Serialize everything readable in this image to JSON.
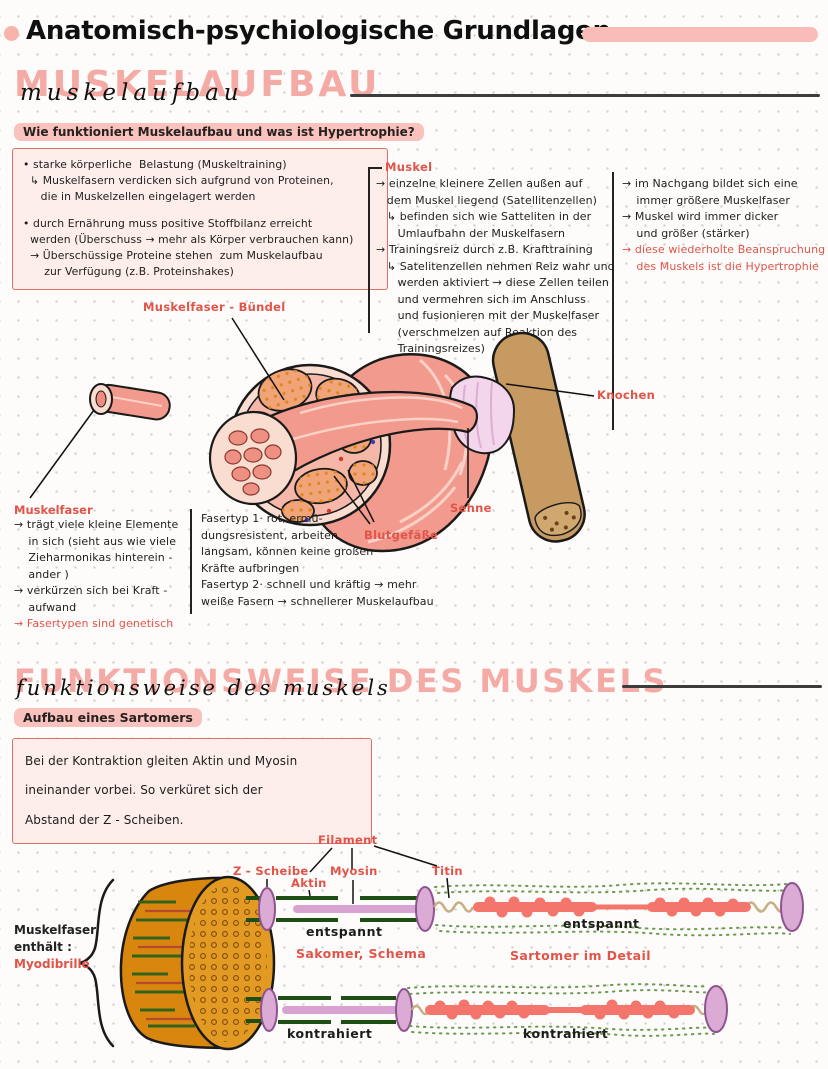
{
  "page_title": "Anatomisch-psychiologische Grundlagen",
  "colors": {
    "accent_pink": "#f5aba5",
    "highlight_pink": "#f9c2bc",
    "label_red": "#e0544a",
    "box_border": "#dd7168",
    "box_bg": "#fdeeeb",
    "muscle_salmon": "#f29a8d",
    "bone_tan": "#c79a62",
    "fiber_orange": "#d8860e",
    "actin_green": "#1d4e14",
    "z_disc_purple": "#dbabd6"
  },
  "s1": {
    "bubble": "MUSKELAUFBAU",
    "script": "muskelaufbau",
    "question": "Wie funktioniert Muskelaufbau und was ist Hypertrophie?",
    "box": {
      "b1": "• starke körperliche  Belastung (Muskeltraining)\n  ↳ Muskelfasern verdicken sich aufgrund von Proteinen,\n     die in Muskelzellen eingelagert werden",
      "b2": "• durch Ernährung muss positive Stoffbilanz erreicht\n  werden (Überschuss → mehr als Körper verbrauchen kann)\n  → Überschüssige Proteine stehen  zum Muskelaufbau\n      zur Verfügung (z.B. Proteinshakes)"
    },
    "muskel": {
      "label": "Muskel",
      "text": "→ einzelne kleinere Zellen außen auf\n   dem Muskel liegend (Satellitenzellen)\n   ↳ befinden sich wie Satteliten in der\n      Umlaufbahn der Muskelfasern\n→ Trainingsreiz durch z.B. Krafttraining\n   ↳ Satelitenzellen nehmen Reiz wahr und\n      werden aktiviert → diese Zellen teilen\n      und vermehren sich im Anschluss\n      und fusionieren mit der Muskelfaser\n      (verschmelzen auf Reaktion des\n      Trainingsreizes)"
    },
    "right": {
      "l1": "→ im Nachgang bildet sich eine\n    immer größere Muskelfaser",
      "l2": "→ Muskel wird immer dicker\n    und größer (stärker)",
      "l3": "→ diese wiederholte Beanspruchung\n    des Muskels ist die Hypertrophie"
    },
    "labels": {
      "buendel": "Muskelfaser - Bündel",
      "knochen": "Knochen",
      "sehne": "Sehne",
      "blut": "Blutgefäße"
    },
    "faser": {
      "label": "Muskelfaser",
      "text": "→ trägt viele kleine Elemente\n    in sich (sieht aus wie viele\n    Zieharmonikas hinterein -\n    ander )\n→ verkürzen sich bei Kraft -\n    aufwand",
      "red": "→ Fasertypen sind genetisch"
    },
    "fasertyp": "Fasertyp 1· rot, ermü-\ndungsresistent, arbeiten\nlangsam, können keine großen\nKräfte aufbringen\nFasertyp 2· schnell und kräftig → mehr\nweiße Fasern → schnellerer Muskelaufbau"
  },
  "s2": {
    "bubble": "FUNKTIONSWEISE DES MUSKELS",
    "script": "funktionsweise  des  muskels",
    "pill": "Aufbau eines Sartomers",
    "box": "Bei der Kontraktion gleiten Aktin und Myosin\nineinander vorbei. So verküret sich der\nAbstand der Z - Scheiben.",
    "labels": {
      "filament": "Filament",
      "zscheibe": "Z - Scheibe",
      "aktin": "Aktin",
      "myosin": "Myosin",
      "titin": "Titin",
      "entspannt1": "entspannt",
      "entspannt2": "entspannt",
      "kontrahiert1": "kontrahiert",
      "kontrahiert2": "kontrahiert",
      "schema": "Sakomer, Schema",
      "detail": "Sartomer im Detail",
      "brace1": "Muskelfaser",
      "brace2": "enthält :",
      "brace3": "Myodibrille"
    }
  }
}
